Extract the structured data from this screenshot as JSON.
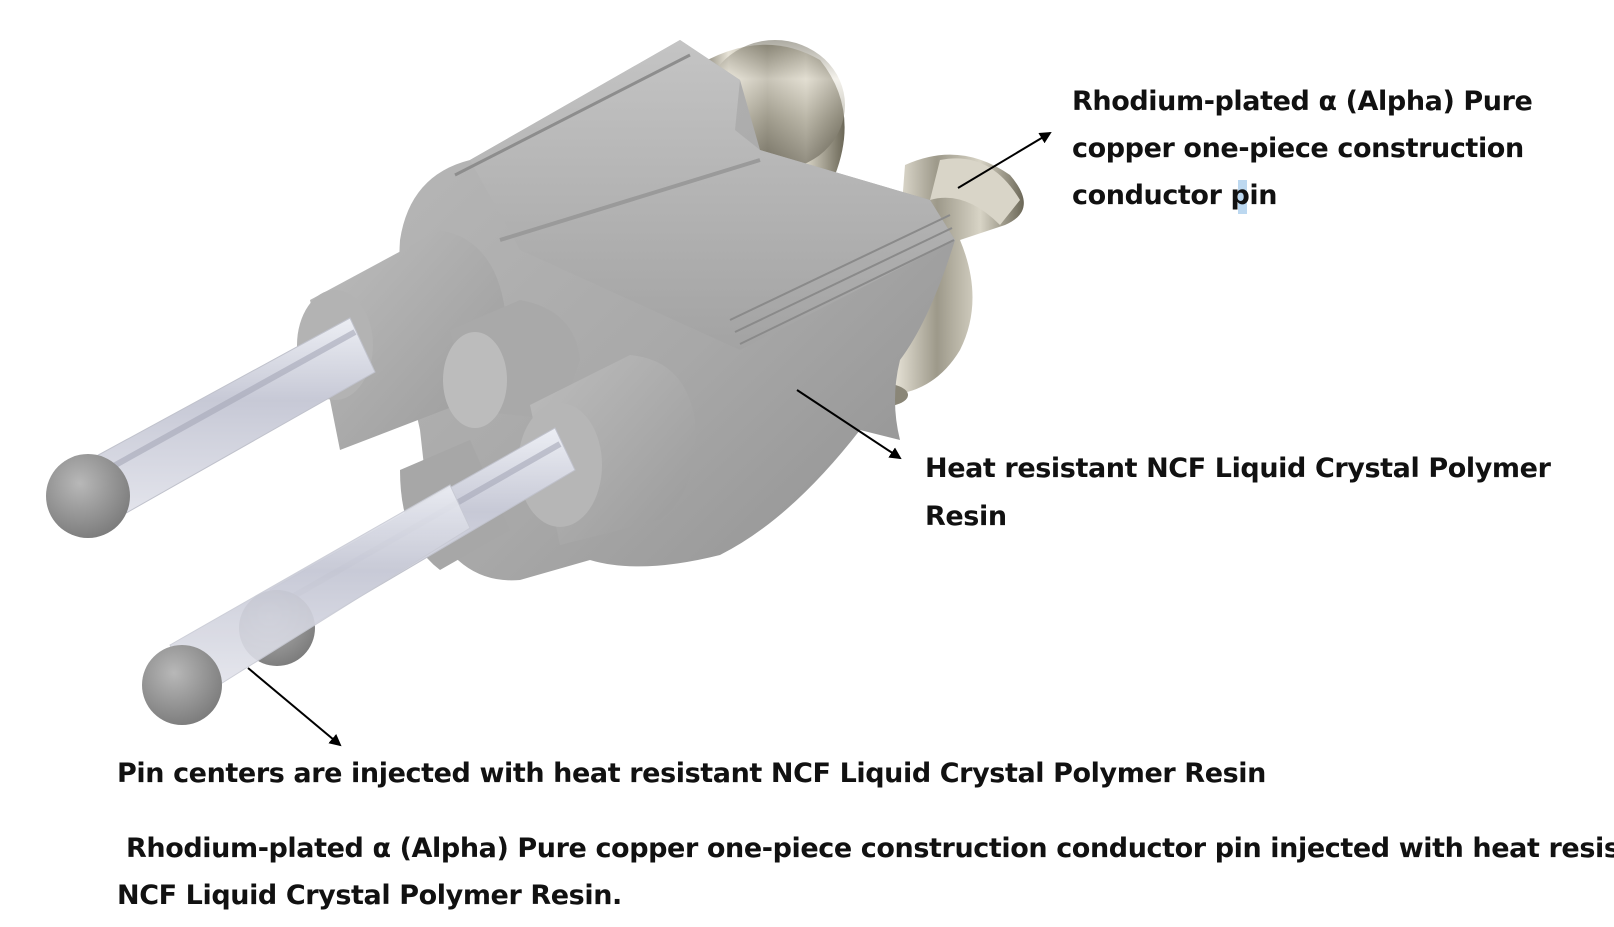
{
  "colors": {
    "resin_body": "#a9a9a9",
    "metal_shell": "#b8b4a6",
    "pin_glass": "#c9cbd6",
    "text": "#111111",
    "arrow": "#000000"
  },
  "labels": {
    "conductor": {
      "line1": "Rhodium-plated α (Alpha) Pure",
      "line2": "copper one-piece construction",
      "line3": "conductor pin"
    },
    "resin": {
      "line1": "Heat resistant NCF Liquid Crystal Polymer",
      "line2": "Resin"
    },
    "pin_centers": "Pin centers are injected with heat resistant NCF Liquid Crystal Polymer Resin",
    "summary": {
      "line1": " Rhodium-plated α (Alpha) Pure copper one-piece construction conductor pin injected with heat resistant",
      "line2": "NCF Liquid Crystal Polymer Resin."
    }
  }
}
